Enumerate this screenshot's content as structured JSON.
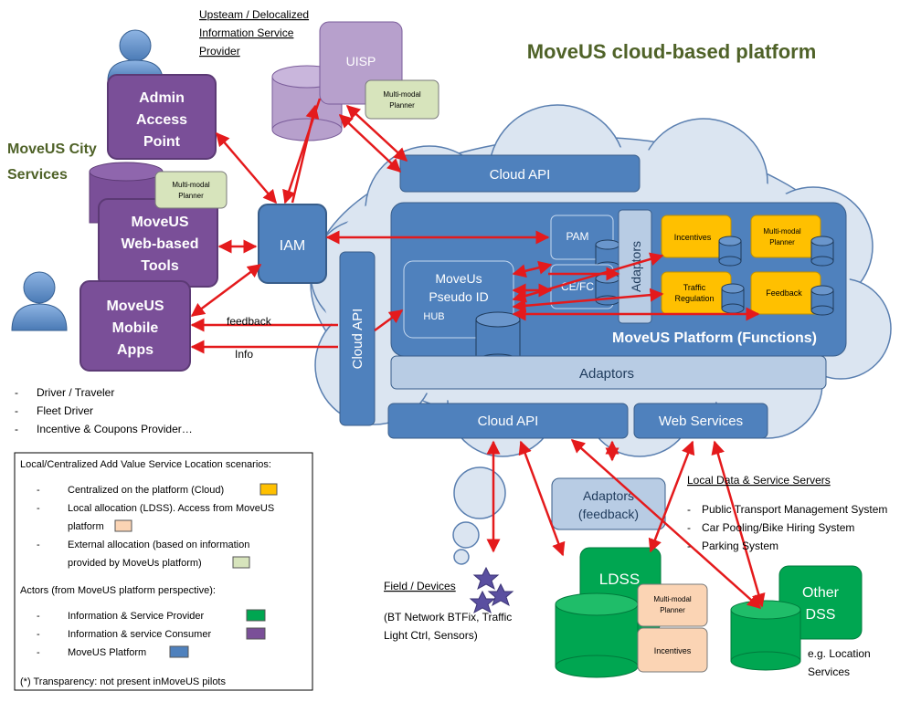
{
  "title": "MoveUS cloud-based platform",
  "colors": {
    "provider_green": "#00a651",
    "consumer_purple": "#7a4f98",
    "platform_blue": "#4f81bd",
    "centralized_yellow": "#ffc000",
    "local_peach": "#fbd4b4",
    "external_green": "#d7e4bc",
    "arrow_red": "#e41a1c",
    "title_green": "#4f6228"
  },
  "city_services": {
    "line1": "MoveUS City",
    "line2": "Services"
  },
  "uisp_label": {
    "line1": "Upsteam / Delocalized",
    "line2": "Information Service",
    "line3": "Provider"
  },
  "nodes": {
    "uisp": "UISP",
    "uisp_planner": {
      "line1": "Multi-modal",
      "line2": "Planner"
    },
    "admin": {
      "line1": "Admin",
      "line2": "Access",
      "line3": "Point"
    },
    "webtools": {
      "line1": "MoveUS",
      "line2": "Web-based",
      "line3": "Tools"
    },
    "webtools_planner": {
      "line1": "Multi-modal",
      "line2": "Planner"
    },
    "mobile": {
      "line1": "MoveUS",
      "line2": "Mobile",
      "line3": "Apps"
    },
    "iam": "IAM",
    "cloud_api_top": "Cloud API",
    "cloud_api_vertical": "Cloud API",
    "pam": "PAM",
    "cefc": "CE/FC",
    "adaptors_vertical": "Adaptors",
    "pseudo": {
      "line1": "MoveUs",
      "line2": "Pseudo ID",
      "line3": "HUB"
    },
    "incentives": "Incentives",
    "multimodal": {
      "line1": "Multi-modal",
      "line2": "Planner"
    },
    "traffic": {
      "line1": "Traffic",
      "line2": "Regulation"
    },
    "feedback": "Feedback",
    "platform_functions": "MoveUS Platform (Functions)",
    "adaptors_bar": "Adaptors",
    "cloud_api_bottom": "Cloud API",
    "web_services": "Web Services",
    "adaptors_feedback": {
      "line1": "Adaptors",
      "line2": "(feedback)"
    },
    "ldss": "LDSS",
    "ldss_planner": {
      "line1": "Multi-modal",
      "line2": "Planner"
    },
    "ldss_incentives": "Incentives",
    "other_dss": {
      "line1": "Other",
      "line2": "DSS"
    }
  },
  "arrow_labels": {
    "feedback": "feedback",
    "info": "Info"
  },
  "actors": [
    "Driver / Traveler",
    "Fleet Driver",
    "Incentive & Coupons Provider…"
  ],
  "field_devices": {
    "title": "Field / Devices",
    "line1": "(BT Network BTFix, Traffic",
    "line2": "Light Ctrl, Sensors)"
  },
  "local_servers": {
    "title": "Local Data & Service Servers",
    "items": [
      "Public Transport Management System",
      "Car Pooling/Bike Hiring System",
      "Parking System"
    ]
  },
  "eg_location": {
    "line1": "e.g. Location",
    "line2": "Services"
  },
  "legend": {
    "header": "Local/Centralized Add Value Service Location scenarios:",
    "scenario1": "Centralized on the platform (Cloud)",
    "scenario2_line1": "Local allocation (LDSS). Access from MoveUS",
    "scenario2_line2": "platform",
    "scenario3_line1": "External allocation  (based on information",
    "scenario3_line2": "provided by MoveUs platform)",
    "actors_header": "Actors (from MoveUS platform perspective):",
    "actor1": "Information & Service Provider",
    "actor2": "Information & service Consumer",
    "actor3": "MoveUS Platform",
    "footnote": "(*) Transparency: not present inMoveUS pilots"
  }
}
